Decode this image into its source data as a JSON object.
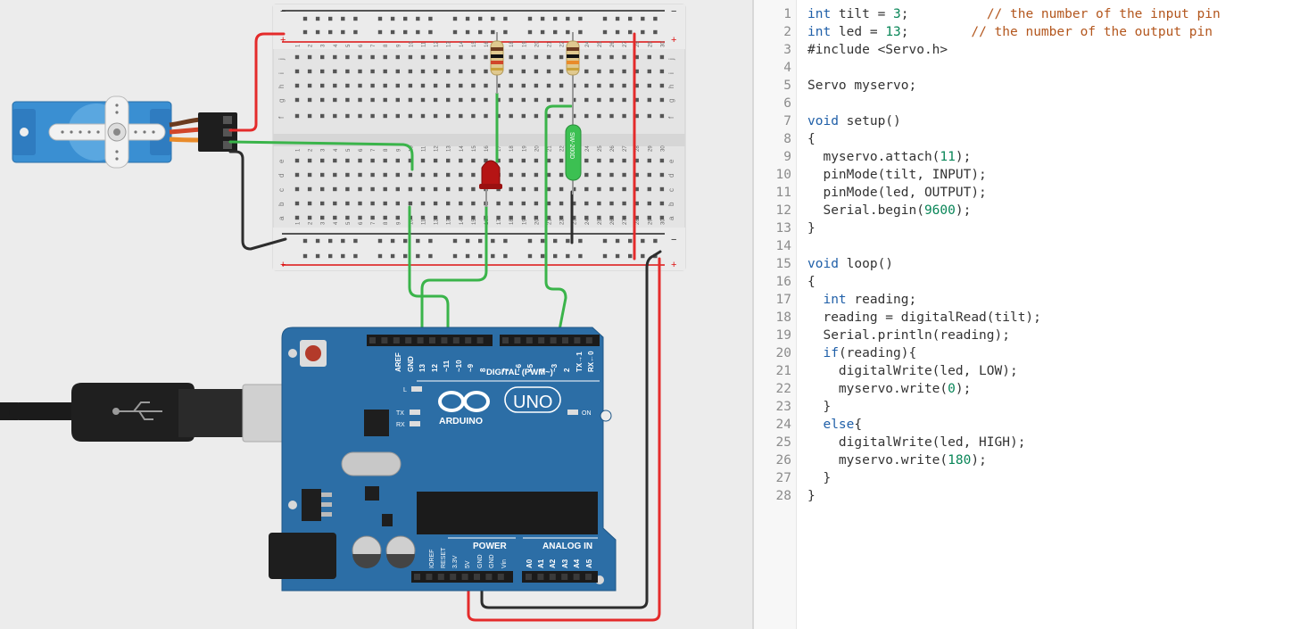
{
  "colors": {
    "board": "#2c6ea6",
    "wire_red": "#e42b2b",
    "wire_black": "#2d2d2d",
    "wire_green": "#3ab44a",
    "breadboard": "#e4e4e4",
    "led": "#b51414",
    "servo": "#3a8fd2"
  },
  "breadboard": {
    "rail_minus": "−",
    "rail_plus": "+",
    "row_labels_top": [
      "j",
      "i",
      "h",
      "g",
      "f"
    ],
    "row_labels_bottom": [
      "e",
      "d",
      "c",
      "b",
      "a"
    ],
    "col_numbers": [
      "1",
      "2",
      "3",
      "4",
      "5",
      "6",
      "7",
      "8",
      "9",
      "10",
      "11",
      "12",
      "13",
      "14",
      "15",
      "16",
      "17",
      "18",
      "19",
      "20",
      "21",
      "22",
      "23",
      "24",
      "25",
      "26",
      "27",
      "28",
      "29",
      "30"
    ]
  },
  "tilt_sensor": {
    "label": "SW-200D"
  },
  "arduino": {
    "logo_text": "ARDUINO",
    "model": "UNO",
    "digital_label": "DIGITAL (PWM~)",
    "digital_pins": [
      "AREF",
      "GND",
      "13",
      "12",
      "~11",
      "~10",
      "~9",
      "8",
      "7",
      "~6",
      "~5",
      "4",
      "~3",
      "2",
      "TX→1",
      "RX←0"
    ],
    "power_label": "POWER",
    "power_pins": [
      "IOREF",
      "RESET",
      "3.3V",
      "5V",
      "GND",
      "GND",
      "Vin"
    ],
    "analog_label": "ANALOG IN",
    "analog_pins": [
      "A0",
      "A1",
      "A2",
      "A3",
      "A4",
      "A5"
    ],
    "led_labels": [
      "L",
      "TX",
      "RX"
    ],
    "on_label": "ON"
  },
  "editor": {
    "lines": [
      {
        "n": "1",
        "t": [
          {
            "c": "kw",
            "v": "int"
          },
          {
            "c": "fn",
            "v": " tilt = "
          },
          {
            "c": "nm",
            "v": "3"
          },
          {
            "c": "fn",
            "v": ";          "
          },
          {
            "c": "cm",
            "v": "// the number of the input pin"
          }
        ]
      },
      {
        "n": "2",
        "t": [
          {
            "c": "kw",
            "v": "int"
          },
          {
            "c": "fn",
            "v": " led = "
          },
          {
            "c": "nm",
            "v": "13"
          },
          {
            "c": "fn",
            "v": ";        "
          },
          {
            "c": "cm",
            "v": "// the number of the output pin"
          }
        ]
      },
      {
        "n": "3",
        "t": [
          {
            "c": "fn",
            "v": "#include <Servo.h>"
          }
        ]
      },
      {
        "n": "4",
        "t": []
      },
      {
        "n": "5",
        "t": [
          {
            "c": "fn",
            "v": "Servo myservo;"
          }
        ]
      },
      {
        "n": "6",
        "t": []
      },
      {
        "n": "7",
        "t": [
          {
            "c": "kw",
            "v": "void"
          },
          {
            "c": "fn",
            "v": " setup()"
          }
        ]
      },
      {
        "n": "8",
        "t": [
          {
            "c": "fn",
            "v": "{"
          }
        ]
      },
      {
        "n": "9",
        "t": [
          {
            "c": "fn",
            "v": "  myservo.attach("
          },
          {
            "c": "nm",
            "v": "11"
          },
          {
            "c": "fn",
            "v": ");"
          }
        ]
      },
      {
        "n": "10",
        "t": [
          {
            "c": "fn",
            "v": "  pinMode(tilt, INPUT);"
          }
        ]
      },
      {
        "n": "11",
        "t": [
          {
            "c": "fn",
            "v": "  pinMode(led, OUTPUT);"
          }
        ]
      },
      {
        "n": "12",
        "t": [
          {
            "c": "fn",
            "v": "  Serial.begin("
          },
          {
            "c": "nm",
            "v": "9600"
          },
          {
            "c": "fn",
            "v": ");"
          }
        ]
      },
      {
        "n": "13",
        "t": [
          {
            "c": "fn",
            "v": "}"
          }
        ]
      },
      {
        "n": "14",
        "t": []
      },
      {
        "n": "15",
        "t": [
          {
            "c": "kw",
            "v": "void"
          },
          {
            "c": "fn",
            "v": " loop()"
          }
        ]
      },
      {
        "n": "16",
        "t": [
          {
            "c": "fn",
            "v": "{"
          }
        ]
      },
      {
        "n": "17",
        "t": [
          {
            "c": "fn",
            "v": "  "
          },
          {
            "c": "kw",
            "v": "int"
          },
          {
            "c": "fn",
            "v": " reading;"
          }
        ]
      },
      {
        "n": "18",
        "t": [
          {
            "c": "fn",
            "v": "  reading = digitalRead(tilt);"
          }
        ]
      },
      {
        "n": "19",
        "t": [
          {
            "c": "fn",
            "v": "  Serial.println(reading);"
          }
        ]
      },
      {
        "n": "20",
        "t": [
          {
            "c": "fn",
            "v": "  "
          },
          {
            "c": "kw",
            "v": "if"
          },
          {
            "c": "fn",
            "v": "(reading){"
          }
        ]
      },
      {
        "n": "21",
        "t": [
          {
            "c": "fn",
            "v": "    digitalWrite(led, LOW);"
          }
        ]
      },
      {
        "n": "22",
        "t": [
          {
            "c": "fn",
            "v": "    myservo.write("
          },
          {
            "c": "nm",
            "v": "0"
          },
          {
            "c": "fn",
            "v": ");"
          }
        ]
      },
      {
        "n": "23",
        "t": [
          {
            "c": "fn",
            "v": "  }"
          }
        ]
      },
      {
        "n": "24",
        "t": [
          {
            "c": "fn",
            "v": "  "
          },
          {
            "c": "kw",
            "v": "else"
          },
          {
            "c": "fn",
            "v": "{"
          }
        ]
      },
      {
        "n": "25",
        "t": [
          {
            "c": "fn",
            "v": "    digitalWrite(led, HIGH);"
          }
        ]
      },
      {
        "n": "26",
        "t": [
          {
            "c": "fn",
            "v": "    myservo.write("
          },
          {
            "c": "nm",
            "v": "180"
          },
          {
            "c": "fn",
            "v": ");"
          }
        ]
      },
      {
        "n": "27",
        "t": [
          {
            "c": "fn",
            "v": "  }"
          }
        ]
      },
      {
        "n": "28",
        "t": [
          {
            "c": "fn",
            "v": "}"
          }
        ]
      }
    ]
  }
}
